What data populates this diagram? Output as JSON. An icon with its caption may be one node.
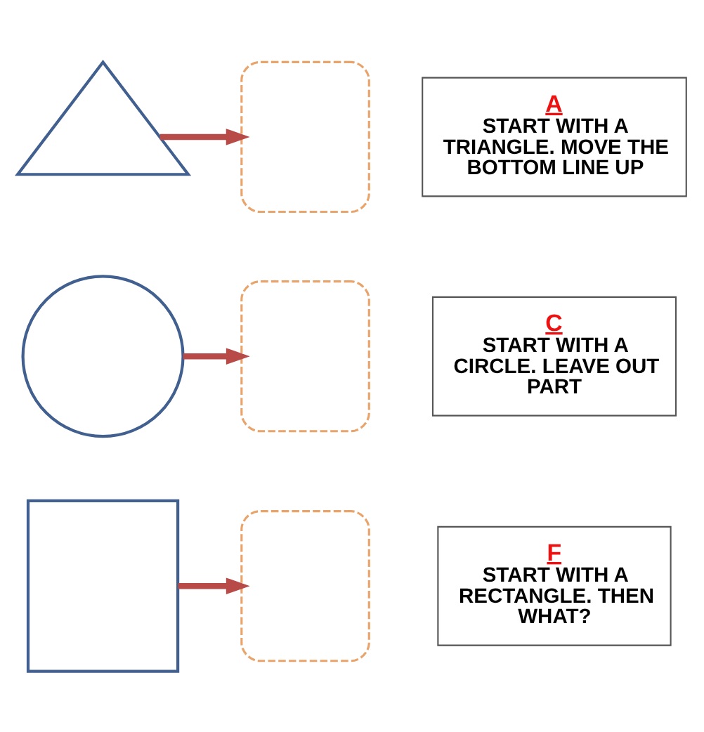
{
  "diagram": {
    "nodes": [
      {
        "text": [],
        "shape": "triangle"
      },
      {
        "text": [],
        "shape": "sketch"
      },
      {
        "text": [
          "A",
          "START WITH A TRIANGLE. MOVE THE BOTTOM LINE UP"
        ]
      },
      {
        "text": [],
        "shape": "circle"
      },
      {
        "text": [],
        "shape": "sketch"
      },
      {
        "text": [
          "C",
          "START WITH A CIRCLE. LEAVE OUT PART"
        ]
      },
      {
        "text": [],
        "shape": "box"
      },
      {
        "text": [],
        "shape": "sketch"
      },
      {
        "text": [
          "F",
          "START WITH A RECTANGLE. THEN WHAT?"
        ]
      }
    ],
    "edges": [
      {
        "from": 0,
        "to": 1,
        "arrow": "to"
      },
      {
        "from": 3,
        "to": 4,
        "arrow": "to"
      },
      {
        "from": 6,
        "to": 7,
        "arrow": "to"
      }
    ]
  }
}
